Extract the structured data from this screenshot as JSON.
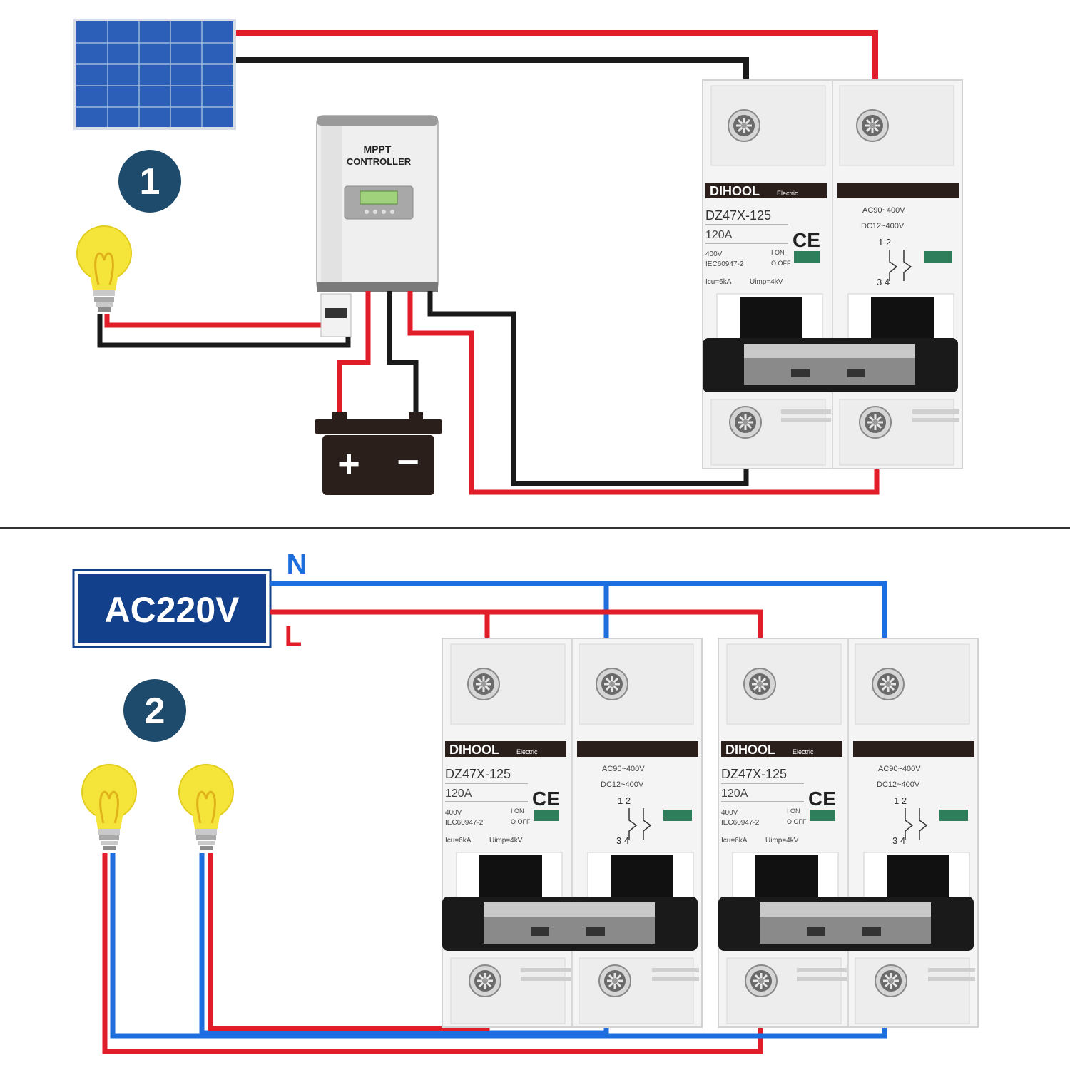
{
  "colors": {
    "red_wire": "#e11d2a",
    "black_wire": "#1a1a1a",
    "blue_wire": "#1d6fe0",
    "badge": "#1e4b6b",
    "ac_box": "#13408a",
    "panel": "#2b5fb8",
    "bulb": "#f5e43a",
    "breaker_body": "#f4f4f4",
    "label_bar": "#2b1f1c"
  },
  "section1": {
    "badge": "1",
    "controller_line1": "MPPT",
    "controller_line2": "CONTROLLER",
    "battery_plus": "+",
    "battery_minus": "−"
  },
  "section2": {
    "badge": "2",
    "source_label": "AC220V",
    "neutral_label": "N",
    "line_label": "L"
  },
  "breaker": {
    "brand": "DIHOOL",
    "brand_suffix": "Electric",
    "model": "DZ47X-125",
    "current": "120A",
    "ce": "CE",
    "voltage_rating": "400V",
    "standard": "IEC60947-2",
    "on_label": "I ON",
    "off_label": "O OFF",
    "icu": "Icu=6kA",
    "uimp": "Uimp=4kV",
    "ac_range": "AC90~400V",
    "dc_range": "DC12~400V",
    "terminals_top": "1  2",
    "terminals_bottom": "3  4"
  }
}
